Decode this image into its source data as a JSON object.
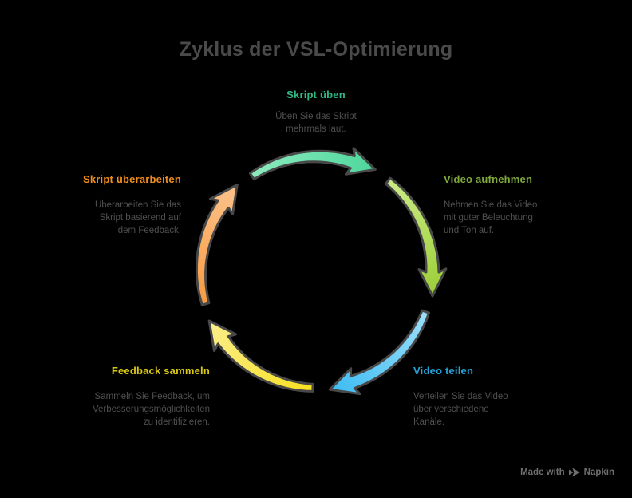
{
  "title": "Zyklus der VSL-Optimierung",
  "colors": {
    "background": "#000000",
    "title": "#4a4a4a",
    "description": "#4f4f4f",
    "arc_outline": "#484848",
    "watermark": "#6f6f6f"
  },
  "steps": [
    {
      "id": "skript-ueben",
      "label": "Skript üben",
      "description": "Üben Sie das Skript\nmehrmals laut.",
      "label_color": "#2fb985",
      "arc_gradient": [
        "#8cebbe",
        "#4fd69d"
      ]
    },
    {
      "id": "video-aufnehmen",
      "label": "Video aufnehmen",
      "description": "Nehmen Sie das Video\nmit guter Beleuchtung\nund Ton auf.",
      "label_color": "#7fa93c",
      "arc_gradient": [
        "#cbea85",
        "#9ccf38"
      ]
    },
    {
      "id": "video-teilen",
      "label": "Video teilen",
      "description": "Verteilen Sie das Video\nüber verschiedene\nKanäle.",
      "label_color": "#28a3da",
      "arc_gradient": [
        "#9adff9",
        "#3ebcf3"
      ]
    },
    {
      "id": "feedback-sammeln",
      "label": "Feedback sammeln",
      "description": "Sammeln Sie Feedback, um\nVerbesserungsmöglichkeiten\nzu identifizieren.",
      "label_color": "#d9c715",
      "arc_gradient": [
        "#f7e01f",
        "#fbee8b"
      ]
    },
    {
      "id": "skript-ueberarbeiten",
      "label": "Skript überarbeiten",
      "description": "Überarbeiten Sie das\nSkript basierend auf\ndem Feedback.",
      "label_color": "#ef8d1e",
      "arc_gradient": [
        "#f89c43",
        "#fbc28c"
      ]
    }
  ],
  "watermark": {
    "prefix": "Made with",
    "brand": "Napkin",
    "icon": "napkin-pen-icon"
  }
}
